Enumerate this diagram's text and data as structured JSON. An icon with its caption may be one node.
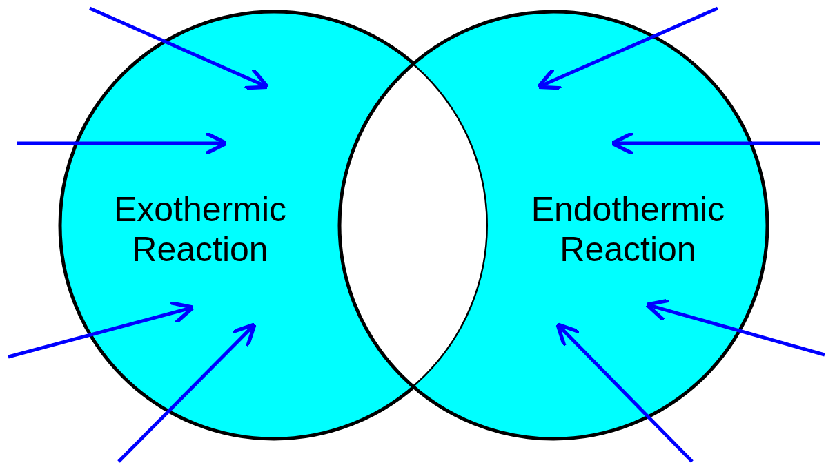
{
  "diagram": {
    "nodes": [
      {
        "text": [
          "Exothermic Reaction"
        ]
      },
      {
        "text": [
          "Endothermic Reaction"
        ]
      }
    ],
    "edges": [
      {
        "from": null,
        "to": 0,
        "arrow": "to"
      },
      {
        "from": null,
        "to": 0,
        "arrow": "to"
      },
      {
        "from": null,
        "to": 0,
        "arrow": "to"
      },
      {
        "from": null,
        "to": 0,
        "arrow": "to"
      },
      {
        "from": null,
        "to": 1,
        "arrow": "to"
      },
      {
        "from": null,
        "to": 1,
        "arrow": "to"
      },
      {
        "from": null,
        "to": 1,
        "arrow": "to"
      },
      {
        "from": null,
        "to": 1,
        "arrow": "to"
      }
    ]
  }
}
